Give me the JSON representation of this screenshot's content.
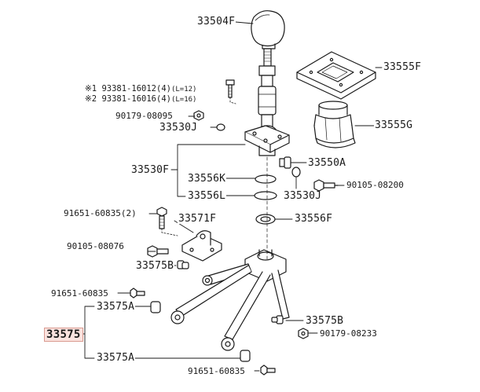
{
  "labels": {
    "knob": "33504F",
    "boot_plate": "33555F",
    "boot": "33555G",
    "bolt_ref1_mark": "※1",
    "bolt_ref1_part": "93381-16012",
    "bolt_ref1_qty": "(4)",
    "bolt_ref1_len": "(L=12)",
    "bolt_ref2_mark": "※2",
    "bolt_ref2_part": "93381-16016",
    "bolt_ref2_qty": "(4)",
    "bolt_ref2_len": "(L=16)",
    "nut_90179_08095": "90179-08095",
    "oring_33530J_top": "33530J",
    "bushing_33550A": "33550A",
    "lever_assy": "33530F",
    "seal_33556K": "33556K",
    "seal_33556L": "33556L",
    "oring_33530J_bottom": "33530J",
    "bolt_90105_08200": "90105-08200",
    "bolt_91651_60835_2": "91651-60835(2)",
    "bracket_33571F": "33571F",
    "seal_33556F": "33556F",
    "bolt_90105_08076": "90105-08076",
    "bushing_33575B_left": "33575B",
    "bolt_91651_60835_left": "91651-60835",
    "rod_33575A_top": "33575A",
    "rod_assy_33575": "33575",
    "bushing_33575B_right": "33575B",
    "nut_90179_08233": "90179-08233",
    "rod_33575A_bottom": "33575A",
    "bolt_91651_60835_bottom": "91651-60835"
  }
}
